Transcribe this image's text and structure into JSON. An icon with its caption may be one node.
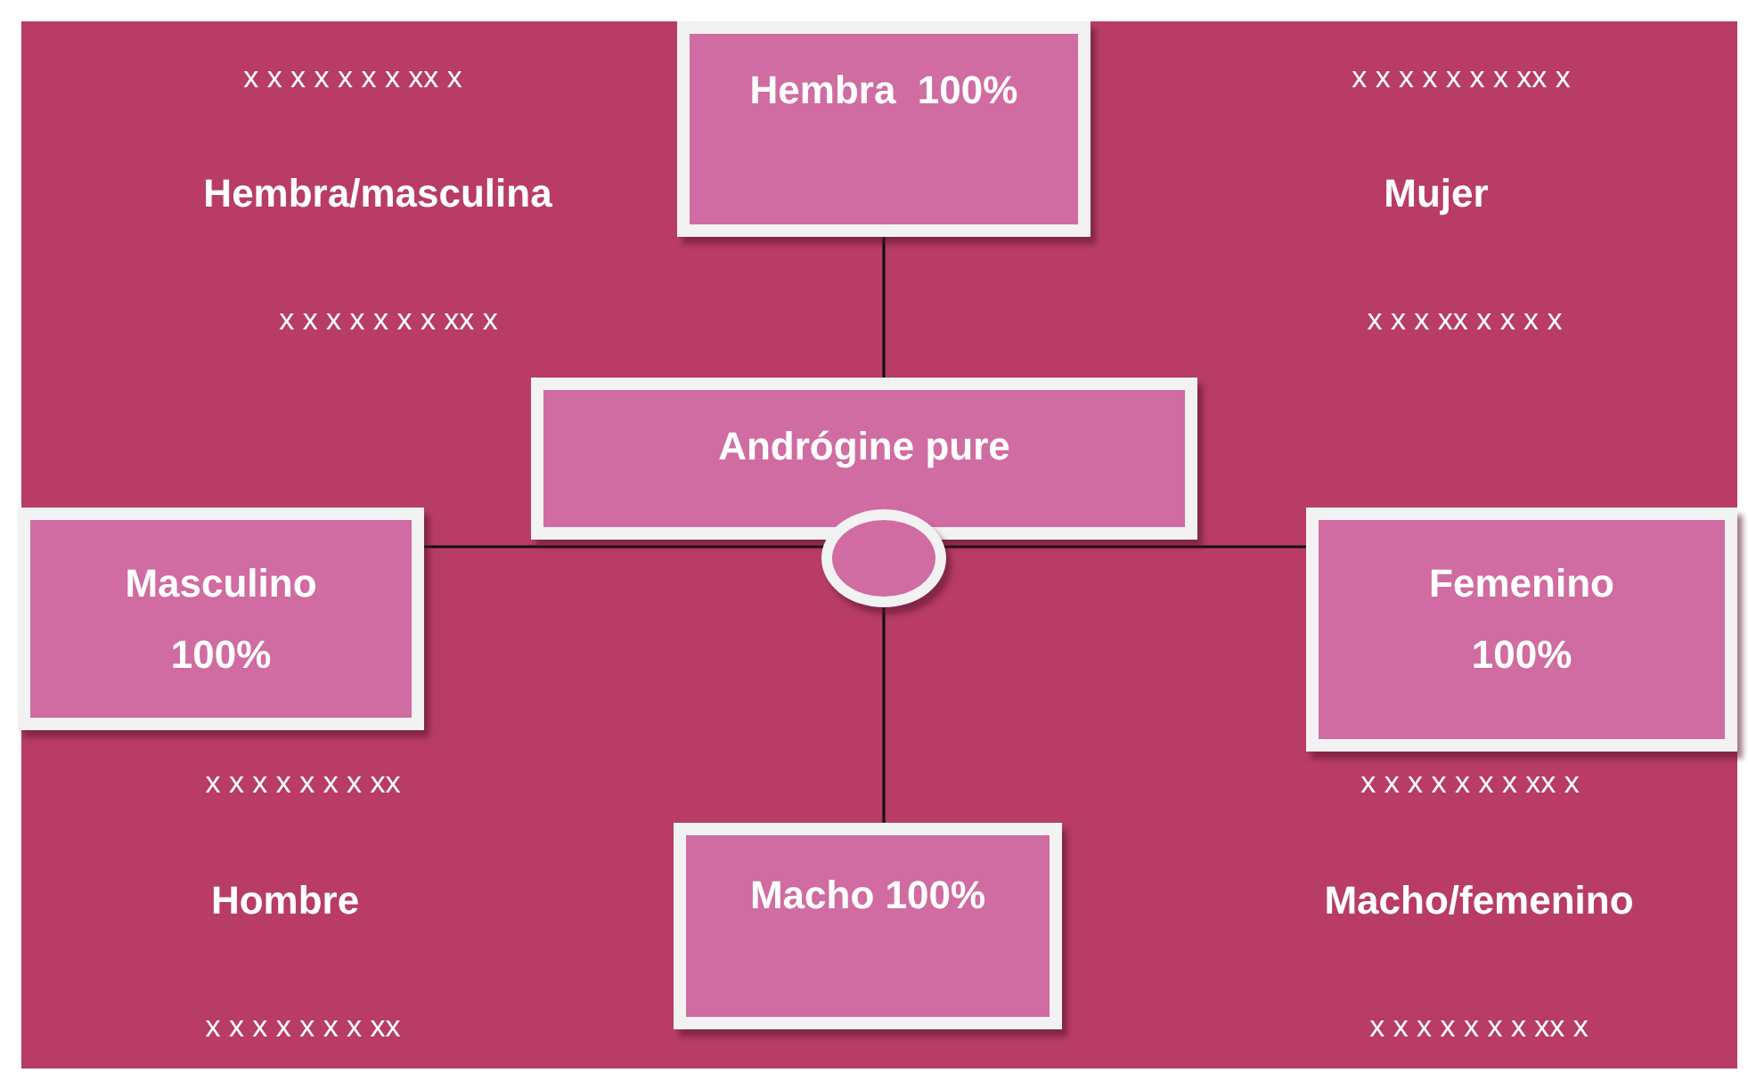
{
  "diagram": {
    "nodes": [
      {
        "text": [
          "Hembra  100%"
        ]
      },
      {
        "text": [
          "Andrógine pure"
        ]
      },
      {
        "text": [
          "Masculino 100%"
        ]
      },
      {
        "text": [],
        "shape": "circle"
      },
      {
        "text": [
          "Femenino 100%"
        ]
      },
      {
        "text": [
          "Macho 100%"
        ]
      }
    ],
    "edges": [
      {
        "from": 1,
        "to": 0,
        "arrow": "none"
      },
      {
        "from": 3,
        "to": 2,
        "arrow": "none"
      },
      {
        "from": 3,
        "to": 4,
        "arrow": "none"
      },
      {
        "from": 3,
        "to": 5,
        "arrow": "none"
      }
    ],
    "labels": [
      "x x x x x x x xx x",
      "x x x x x x x xx x",
      "Hembra/masculina",
      "Mujer",
      "x x x x x x x xx x",
      "x x x xx x x x x",
      "x x x x x x x xx",
      "x x x x x x x xx x",
      "Hombre",
      "Macho/femenino",
      "x x x x x x x xx",
      "x x x x x x x xx x"
    ]
  }
}
